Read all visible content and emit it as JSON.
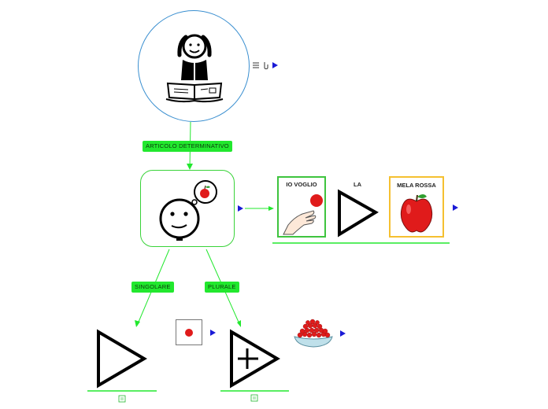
{
  "topic": {
    "name": "read-person",
    "icons": [
      "list-icon",
      "attachment-icon",
      "play-arrow-icon"
    ]
  },
  "links": {
    "article": "ARTICOLO DETERMINATIVO",
    "singular": "SINGOLARE",
    "plural": "PLURALE"
  },
  "sentence": {
    "cards": [
      {
        "label": "IO VOGLIO"
      },
      {
        "label": "LA"
      },
      {
        "label": "MELA ROSSA"
      }
    ]
  },
  "colors": {
    "link_line": "#22e82e",
    "label_bg": "#22e82e",
    "topic_border": "#3a8fd0",
    "node_border": "#39d339",
    "card_io_border": "#3ec43e",
    "card_mela_border": "#f5c030",
    "arrow_blue": "#1a1ad6",
    "apple_red": "#e01b1b"
  }
}
